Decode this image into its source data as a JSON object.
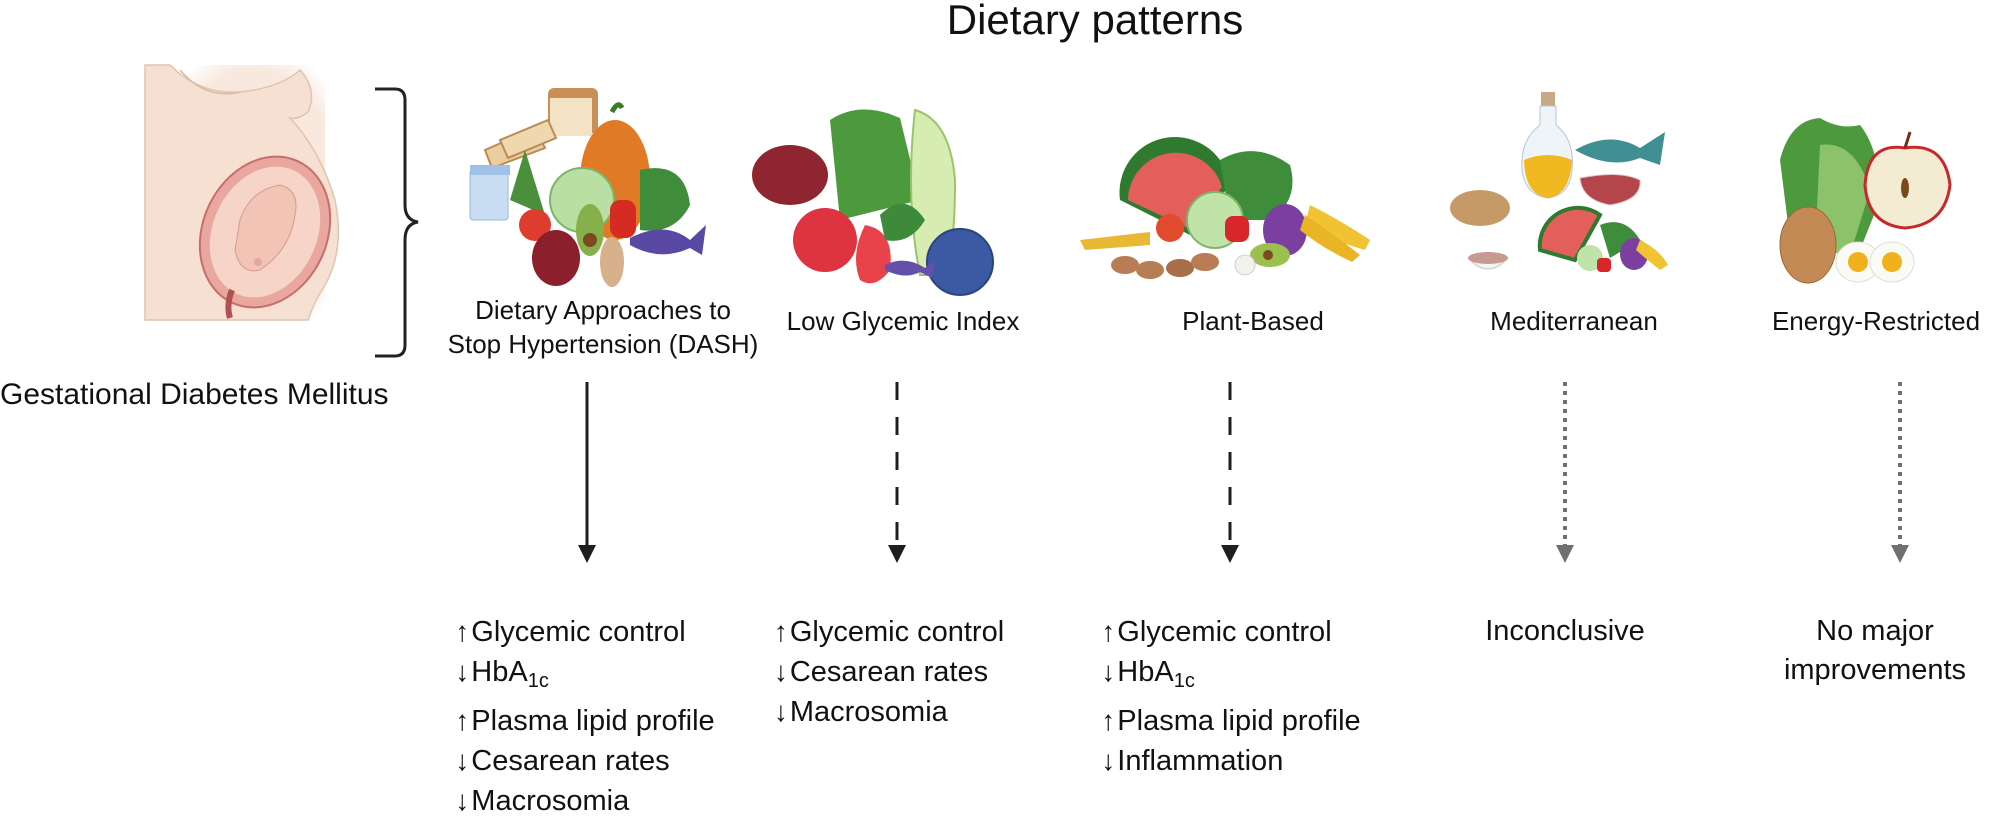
{
  "title": "Dietary patterns",
  "condition": {
    "label": "Gestational Diabetes Mellitus",
    "icon": "pregnant-woman-illustration"
  },
  "patterns": [
    {
      "id": "dash",
      "label_lines": [
        "Dietary Approaches to",
        "Stop Hypertension (DASH)"
      ],
      "icon": "dash-food-illustration",
      "evidence_arrow": "solid",
      "arrow_color": "#1f1f1f",
      "outcomes": [
        {
          "direction": "up",
          "text": "Glycemic control"
        },
        {
          "direction": "down",
          "text": "HbA",
          "sub": "1c"
        },
        {
          "direction": "up",
          "text": "Plasma lipid profile"
        },
        {
          "direction": "down",
          "text": "Cesarean rates"
        },
        {
          "direction": "down",
          "text": "Macrosomia"
        }
      ]
    },
    {
      "id": "low-gi",
      "label_lines": [
        "Low Glycemic Index"
      ],
      "icon": "low-glycemic-food-illustration",
      "evidence_arrow": "dashed",
      "arrow_color": "#1f1f1f",
      "outcomes": [
        {
          "direction": "up",
          "text": "Glycemic control"
        },
        {
          "direction": "down",
          "text": "Cesarean rates"
        },
        {
          "direction": "down",
          "text": "Macrosomia"
        }
      ]
    },
    {
      "id": "plant-based",
      "label_lines": [
        "Plant-Based"
      ],
      "icon": "plant-based-food-illustration",
      "evidence_arrow": "dashed",
      "arrow_color": "#1f1f1f",
      "outcomes": [
        {
          "direction": "up",
          "text": "Glycemic control"
        },
        {
          "direction": "down",
          "text": "HbA",
          "sub": "1c"
        },
        {
          "direction": "up",
          "text": "Plasma lipid profile"
        },
        {
          "direction": "down",
          "text": "Inflammation"
        }
      ]
    },
    {
      "id": "mediterranean",
      "label_lines": [
        "Mediterranean"
      ],
      "icon": "mediterranean-food-illustration",
      "evidence_arrow": "dotted",
      "arrow_color": "#707070",
      "result_lines": [
        "Inconclusive"
      ]
    },
    {
      "id": "energy-restricted",
      "label_lines": [
        "Energy-Restricted"
      ],
      "icon": "energy-restricted-food-illustration",
      "evidence_arrow": "dotted",
      "arrow_color": "#707070",
      "result_lines": [
        "No major",
        "improvements"
      ]
    }
  ],
  "glyphs": {
    "up": "↑",
    "down": "↓"
  }
}
